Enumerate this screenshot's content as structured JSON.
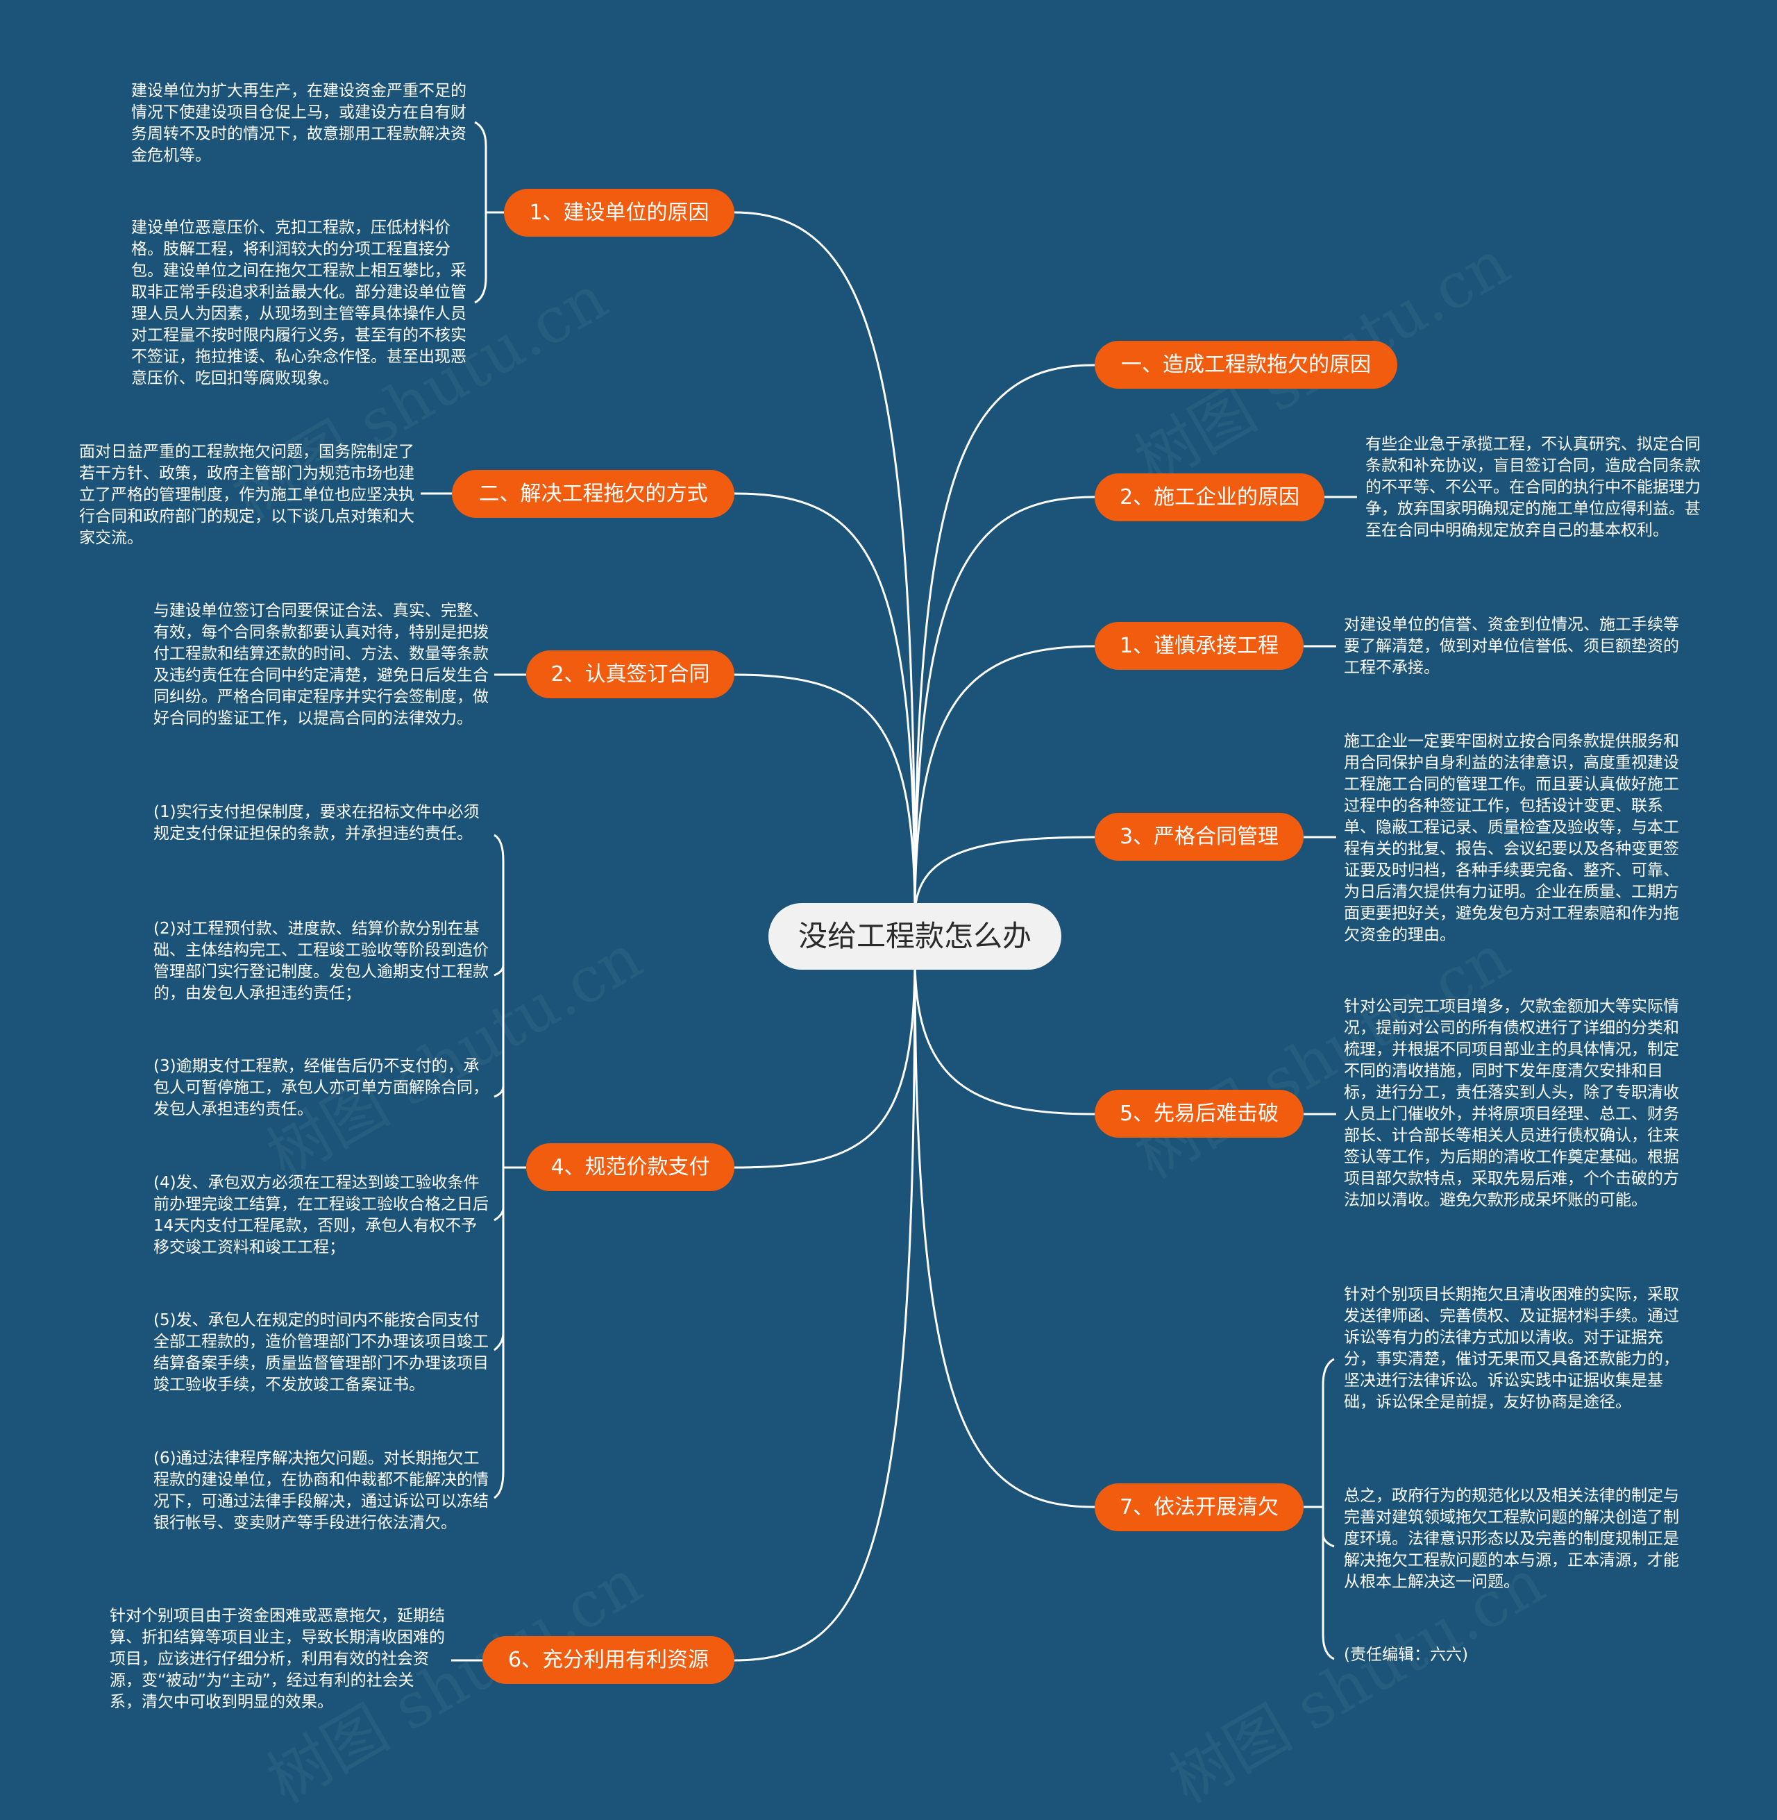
{
  "center": {
    "title": "没给工程款怎么办"
  },
  "colors": {
    "background": "#1b5478",
    "node": "#f25c0f",
    "center": "#f1f1f1",
    "line": "#ffffff"
  },
  "watermark": "树图 shutu.cn",
  "left": [
    {
      "label": "1、建设单位的原因",
      "details": [
        "建设单位为扩大再生产，在建设资金严重不足的情况下使建设项目仓促上马，或建设方在自有财务周转不及时的情况下，故意挪用工程款解决资金危机等。",
        "建设单位恶意压价、克扣工程款，压低材料价格。肢解工程，将利润较大的分项工程直接分包。建设单位之间在拖欠工程款上相互攀比，采取非正常手段追求利益最大化。部分建设单位管理人员人为因素，从现场到主管等具体操作人员对工程量不按时限内履行义务，甚至有的不核实不签证，拖拉推诿、私心杂念作怪。甚至出现恶意压价、吃回扣等腐败现象。"
      ]
    },
    {
      "label": "二、解决工程拖欠的方式",
      "details": [
        "面对日益严重的工程款拖欠问题，国务院制定了若干方针、政策，政府主管部门为规范市场也建立了严格的管理制度，作为施工单位也应坚决执行合同和政府部门的规定，以下谈几点对策和大家交流。"
      ]
    },
    {
      "label": "2、认真签订合同",
      "details": [
        "与建设单位签订合同要保证合法、真实、完整、有效，每个合同条款都要认真对待，特别是把拨付工程款和结算还款的时间、方法、数量等条款及违约责任在合同中约定清楚，避免日后发生合同纠纷。严格合同审定程序并实行会签制度，做好合同的鉴证工作，以提高合同的法律效力。"
      ]
    },
    {
      "label": "4、规范价款支付",
      "details": [
        "(1)实行支付担保制度，要求在招标文件中必须规定支付保证担保的条款，并承担违约责任。",
        "(2)对工程预付款、进度款、结算价款分别在基础、主体结构完工、工程竣工验收等阶段到造价管理部门实行登记制度。发包人逾期支付工程款的，由发包人承担违约责任；",
        "(3)逾期支付工程款，经催告后仍不支付的，承包人可暂停施工，承包人亦可单方面解除合同，发包人承担违约责任。",
        "(4)发、承包双方必须在工程达到竣工验收条件前办理完竣工结算，在工程竣工验收合格之日后14天内支付工程尾款，否则，承包人有权不予移交竣工资料和竣工工程；",
        "(5)发、承包人在规定的时间内不能按合同支付全部工程款的，造价管理部门不办理该项目竣工结算备案手续，质量监督管理部门不办理该项目竣工验收手续，不发放竣工备案证书。",
        "(6)通过法律程序解决拖欠问题。对长期拖欠工程款的建设单位，在协商和仲裁都不能解决的情况下，可通过法律手段解决，通过诉讼可以冻结银行帐号、变卖财产等手段进行依法清欠。"
      ]
    },
    {
      "label": "6、充分利用有利资源",
      "details": [
        "针对个别项目由于资金困难或恶意拖欠，延期结算、折扣结算等项目业主，导致长期清收困难的项目，应该进行仔细分析，利用有效的社会资源，变“被动”为“主动”，经过有利的社会关系，清欠中可收到明显的效果。"
      ]
    }
  ],
  "right": [
    {
      "label": "一、造成工程款拖欠的原因",
      "details": []
    },
    {
      "label": "2、施工企业的原因",
      "details": [
        "有些企业急于承揽工程，不认真研究、拟定合同条款和补充协议，盲目签订合同，造成合同条款的不平等、不公平。在合同的执行中不能据理力争，放弃国家明确规定的施工单位应得利益。甚至在合同中明确规定放弃自己的基本权利。"
      ]
    },
    {
      "label": "1、谨慎承接工程",
      "details": [
        "对建设单位的信誉、资金到位情况、施工手续等要了解清楚，做到对单位信誉低、须巨额垫资的工程不承接。"
      ]
    },
    {
      "label": "3、严格合同管理",
      "details": [
        "施工企业一定要牢固树立按合同条款提供服务和用合同保护自身利益的法律意识，高度重视建设工程施工合同的管理工作。而且要认真做好施工过程中的各种签证工作，包括设计变更、联系单、隐蔽工程记录、质量检查及验收等，与本工程有关的批复、报告、会议纪要以及各种变更签证要及时归档，各种手续要完备、整齐、可靠、为日后清欠提供有力证明。企业在质量、工期方面更要把好关，避免发包方对工程索赔和作为拖欠资金的理由。"
      ]
    },
    {
      "label": "5、先易后难击破",
      "details": [
        "针对公司完工项目增多，欠款金额加大等实际情况，提前对公司的所有债权进行了详细的分类和梳理，并根据不同项目部业主的具体情况，制定不同的清收措施，同时下发年度清欠安排和目标，进行分工，责任落实到人头，除了专职清收人员上门催收外，并将原项目经理、总工、财务部长、计合部长等相关人员进行债权确认，往来签认等工作，为后期的清收工作奠定基础。根据项目部欠款特点，采取先易后难，个个击破的方法加以清收。避免欠款形成呆坏账的可能。"
      ]
    },
    {
      "label": "7、依法开展清欠",
      "details": [
        "针对个别项目长期拖欠且清收困难的实际，采取发送律师函、完善债权、及证据材料手续。通过诉讼等有力的法律方式加以清收。对于证据充分，事实清楚，催讨无果而又具备还款能力的，坚决进行法律诉讼。诉讼实践中证据收集是基础，诉讼保全是前提，友好协商是途径。",
        "总之，政府行为的规范化以及相关法律的制定与完善对建筑领域拖欠工程款问题的解决创造了制度环境。法律意识形态以及完善的制度规制正是解决拖欠工程款问题的本与源，正本清源，才能从根本上解决这一问题。",
        "(责任编辑：六六)"
      ]
    }
  ]
}
